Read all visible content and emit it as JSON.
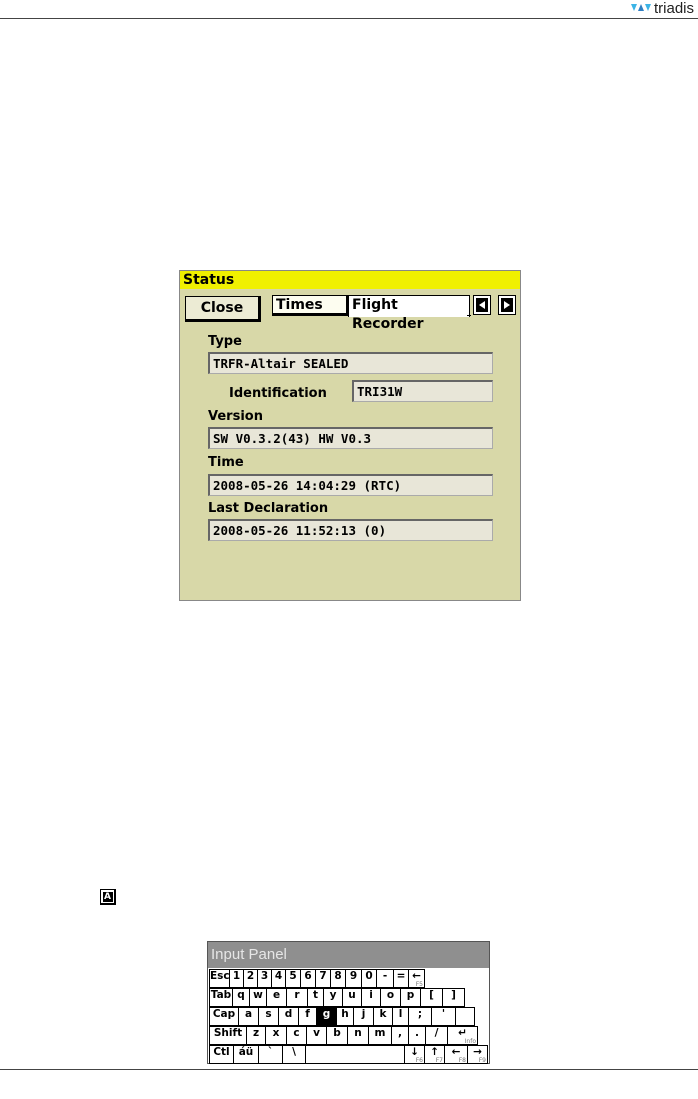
{
  "header": {
    "brand": "triadis",
    "brand_colors": [
      "#3cb4e6",
      "#2f7ec2",
      "#3cb4e6"
    ]
  },
  "status_window": {
    "title": "Status",
    "close_label": "Close",
    "tabs": [
      {
        "label": "Times",
        "active": false
      },
      {
        "label": "Flight Recorder",
        "active": true
      }
    ],
    "nav_prev_icon": "left-arrow",
    "nav_next_icon": "right-arrow",
    "fields": {
      "type_label": "Type",
      "type_value": "TRFR-Altair SEALED",
      "identification_label": "Identification",
      "identification_value": "TRI31W",
      "version_label": "Version",
      "version_value": "SW V0.3.2(43) HW V0.3",
      "time_label": "Time",
      "time_value": "2008-05-26 14:04:29 (RTC)",
      "last_declaration_label": "Last Declaration",
      "last_declaration_value": "2008-05-26 11:52:13 (0)"
    },
    "colors": {
      "title_bar": "#f0f000",
      "background": "#d8d8a8"
    }
  },
  "keyboard_icon": {
    "glyph": "A"
  },
  "input_panel": {
    "title": "Input Panel",
    "rows": [
      [
        {
          "label": "Esc",
          "w": 20
        },
        {
          "label": "1",
          "w": 14
        },
        {
          "label": "2",
          "w": 14
        },
        {
          "label": "3",
          "w": 14
        },
        {
          "label": "4",
          "w": 14
        },
        {
          "label": "5",
          "w": 15
        },
        {
          "label": "6",
          "w": 15
        },
        {
          "label": "7",
          "w": 15
        },
        {
          "label": "8",
          "w": 15
        },
        {
          "label": "9",
          "w": 16
        },
        {
          "label": "0",
          "w": 15
        },
        {
          "label": "-",
          "w": 17
        },
        {
          "label": "=",
          "w": 15
        },
        {
          "label": "←",
          "sub": "F5",
          "w": 16
        }
      ],
      [
        {
          "label": "Tab",
          "w": 23
        },
        {
          "label": "q",
          "w": 17
        },
        {
          "label": "w",
          "w": 17
        },
        {
          "label": "e",
          "w": 20
        },
        {
          "label": "r",
          "w": 21
        },
        {
          "label": "t",
          "w": 16
        },
        {
          "label": "y",
          "w": 19
        },
        {
          "label": "u",
          "w": 19
        },
        {
          "label": "i",
          "w": 19
        },
        {
          "label": "o",
          "w": 20
        },
        {
          "label": "p",
          "w": 20
        },
        {
          "label": "[",
          "w": 22
        },
        {
          "label": "]",
          "w": 22
        }
      ],
      [
        {
          "label": "Cap",
          "w": 29
        },
        {
          "label": "a",
          "w": 20
        },
        {
          "label": "s",
          "w": 20
        },
        {
          "label": "d",
          "w": 20
        },
        {
          "label": "f",
          "w": 18
        },
        {
          "label": "g",
          "w": 20,
          "selected": true
        },
        {
          "label": "h",
          "w": 17
        },
        {
          "label": "j",
          "w": 20
        },
        {
          "label": "k",
          "w": 19
        },
        {
          "label": "l",
          "w": 16
        },
        {
          "label": ";",
          "w": 23
        },
        {
          "label": "'",
          "w": 24
        },
        {
          "label": "",
          "w": 19
        }
      ],
      [
        {
          "label": "Shift",
          "w": 37
        },
        {
          "label": "z",
          "w": 19
        },
        {
          "label": "x",
          "w": 21
        },
        {
          "label": "c",
          "w": 20
        },
        {
          "label": "v",
          "w": 20
        },
        {
          "label": "b",
          "w": 21
        },
        {
          "label": "n",
          "w": 21
        },
        {
          "label": "m",
          "w": 23
        },
        {
          "label": ",",
          "w": 17
        },
        {
          "label": ".",
          "w": 17
        },
        {
          "label": "/",
          "w": 22
        },
        {
          "label": "↵",
          "sub": "Info",
          "w": 30
        }
      ],
      [
        {
          "label": "Ctl",
          "w": 24
        },
        {
          "label": "áü",
          "w": 25
        },
        {
          "label": "`",
          "w": 24
        },
        {
          "label": "\\",
          "w": 23
        },
        {
          "label": "",
          "w": 99
        },
        {
          "label": "↓",
          "sub": "F6",
          "w": 20
        },
        {
          "label": "↑",
          "sub": "F7",
          "w": 20
        },
        {
          "label": "←",
          "sub": "F8",
          "w": 23
        },
        {
          "label": "→",
          "sub": "F9",
          "w": 20
        }
      ]
    ]
  }
}
